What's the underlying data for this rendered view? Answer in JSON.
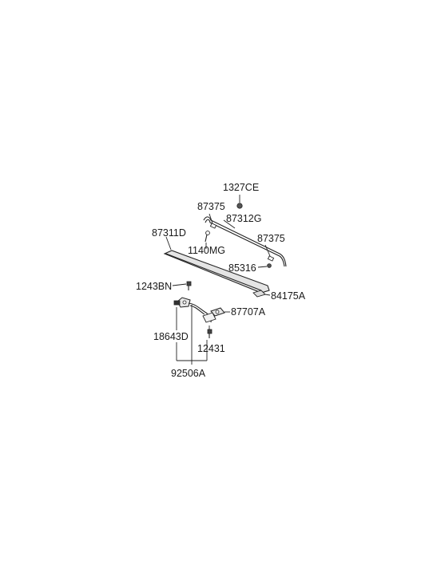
{
  "parts": {
    "p1327CE": "1327CE",
    "p87375_top": "87375",
    "p87312G": "87312G",
    "p87311D": "87311D",
    "p87375_right": "87375",
    "p1140MG": "1140MG",
    "p85316": "85316",
    "p1243BN": "1243BN",
    "p84175A": "84175A",
    "p87707A": "87707A",
    "p18643D": "18643D",
    "p12431": "12431",
    "p92506A": "92506A"
  }
}
